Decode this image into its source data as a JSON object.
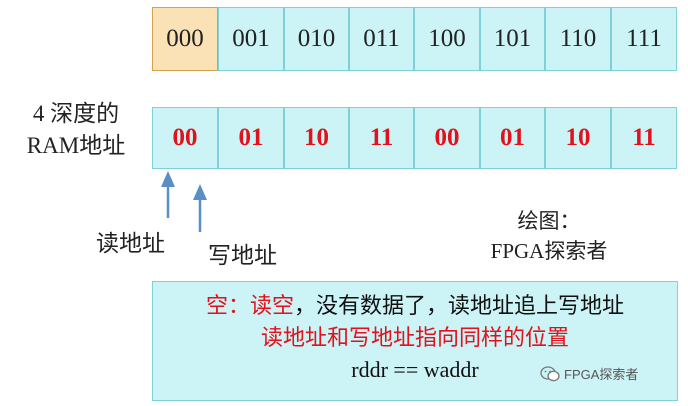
{
  "top_row": [
    "000",
    "001",
    "010",
    "011",
    "100",
    "101",
    "110",
    "111"
  ],
  "addr_row": [
    "00",
    "01",
    "10",
    "11",
    "00",
    "01",
    "10",
    "11"
  ],
  "side_label": {
    "line1": "4 深度的",
    "line2": "RAM地址"
  },
  "arrows": {
    "read_label": "读地址",
    "write_label": "写地址"
  },
  "credit": {
    "line1": "绘图：",
    "line2": "FPGA探索者"
  },
  "note": {
    "line1_red": "空：读空",
    "line1_black": "，没有数据了，读地址追上写地址",
    "line2": "读地址和写地址指向同样的位置",
    "line3": "rddr == waddr"
  },
  "watermark": {
    "icon": "wechat-icon",
    "text": "FPGA探索者"
  },
  "colors": {
    "highlight": "#e1121b",
    "cell_fill": "#ccf3f6",
    "first_cell_fill": "#fbe1b6",
    "arrow": "#5b8ec6"
  }
}
